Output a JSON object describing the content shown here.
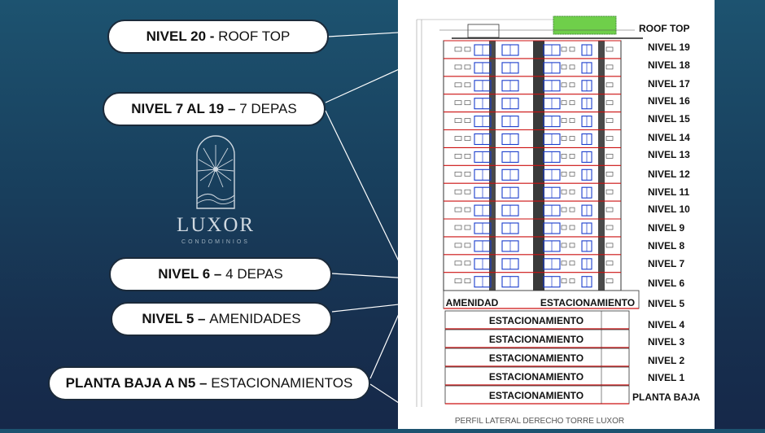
{
  "callouts": [
    {
      "bold": "NIVEL 20 - ",
      "rest": "ROOF TOP"
    },
    {
      "bold": "NIVEL 7 AL 19 – ",
      "rest": "7 DEPAS"
    },
    {
      "bold": "NIVEL 6 – ",
      "rest": "4 DEPAS"
    },
    {
      "bold": "NIVEL 5 – ",
      "rest": "AMENIDADES"
    },
    {
      "bold": "PLANTA BAJA A N5 – ",
      "rest": "ESTACIONAMIENTOS"
    }
  ],
  "logo": {
    "name": "LUXOR",
    "sub": "CONDOMINIOS"
  },
  "levels": [
    "ROOF TOP",
    "NIVEL 19",
    "NIVEL 18",
    "NIVEL 17",
    "NIVEL 16",
    "NIVEL 15",
    "NIVEL 14",
    "NIVEL 13",
    "NIVEL 12",
    "NIVEL 11",
    "NIVEL 10",
    "NIVEL 9",
    "NIVEL 8",
    "NIVEL 7",
    "NIVEL 6",
    "NIVEL 5",
    "NIVEL 4",
    "NIVEL 3",
    "NIVEL 2",
    "NIVEL 1",
    "PLANTA BAJA"
  ],
  "level5": {
    "amenity": "AMENIDAD",
    "parking": "ESTACIONAMIENTO"
  },
  "parking_label": "ESTACIONAMIENTO",
  "caption": "PERFIL LATERAL DERECHO TORRE LUXOR",
  "colors": {
    "background": "#183e5c",
    "accent_red": "#cc1111",
    "window_blue": "#1a3ccc",
    "roof_green": "#6fcf4a"
  }
}
